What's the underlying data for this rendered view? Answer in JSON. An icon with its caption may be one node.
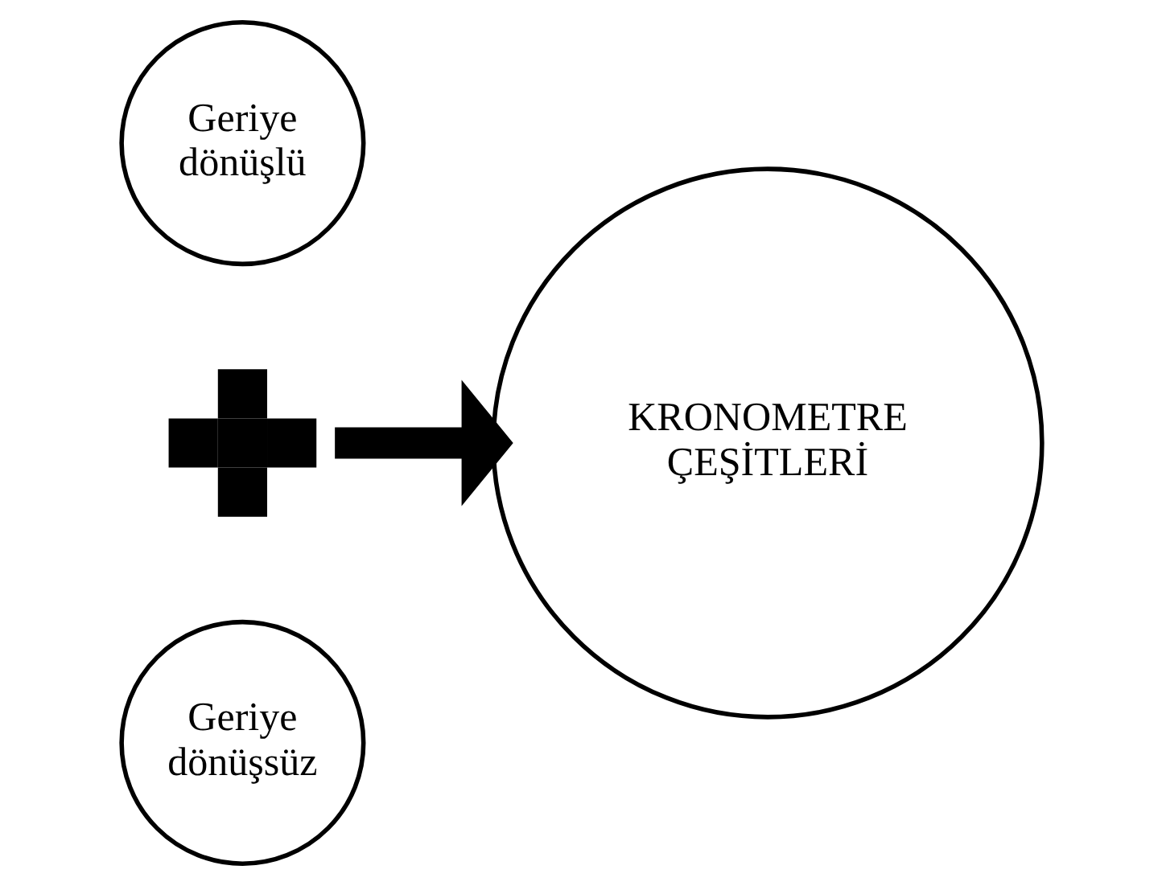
{
  "diagram": {
    "nodes": [
      {
        "text": [
          "Geriye dönüşlü"
        ]
      },
      {
        "text": [
          "Geriye dönüşsüz"
        ]
      },
      {
        "text": [
          "KRONOMETRE ÇEŞİTLERİ"
        ]
      },
      {
        "text": [],
        "shape": "plus"
      }
    ],
    "edges": [
      {
        "from": 3,
        "to": 2,
        "arrow": "to"
      }
    ]
  }
}
